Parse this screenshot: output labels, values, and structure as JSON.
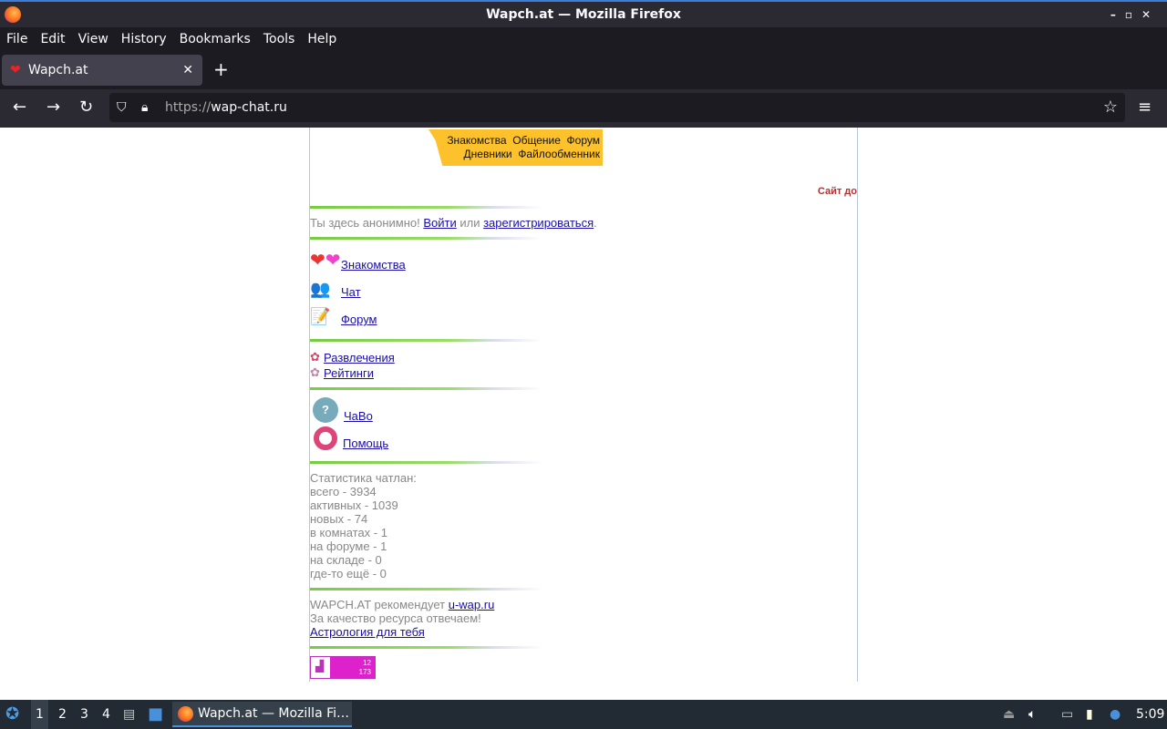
{
  "window": {
    "title": "Wapch.at — Mozilla Firefox"
  },
  "menu": [
    "File",
    "Edit",
    "View",
    "History",
    "Bookmarks",
    "Tools",
    "Help"
  ],
  "tab": {
    "title": "Wapch.at"
  },
  "url": {
    "scheme": "https://",
    "host": "wap-chat.ru"
  },
  "banner": {
    "line1": "Знакомства  Общение  Форум",
    "line2": "Дневники  Файлообменник"
  },
  "site_text": "Сайт до",
  "welcome": {
    "prefix": "Ты здесь анонимно! ",
    "login": "Войти",
    "or": " или ",
    "register": "зарегистрироваться",
    "suffix": "."
  },
  "nav_main": [
    "Знакомства",
    "Чат",
    "Форум"
  ],
  "nav_extra": [
    "Развлечения",
    "Рейтинги"
  ],
  "nav_help": [
    "ЧаВо",
    "Помощь"
  ],
  "stats": {
    "title": "Статистика чатлан:",
    "lines": [
      "всего - 3934",
      "активных - 1039",
      "новых - 74",
      "в комнатах - 1",
      "на форуме - 1",
      "на складе - 0",
      "где-то ещё - 0"
    ]
  },
  "recommend": {
    "prefix": "WAPCH.AT рекомендует ",
    "link": "u-wap.ru",
    "quality": "За качество ресурса отвечаем!",
    "astro": "Астрология для тебя"
  },
  "counter": {
    "line1": "12",
    "line2": "173"
  },
  "taskbar": {
    "workspaces": [
      "1",
      "2",
      "3",
      "4"
    ],
    "task": "Wapch.at — Mozilla Fi…",
    "clock": "5:09"
  }
}
